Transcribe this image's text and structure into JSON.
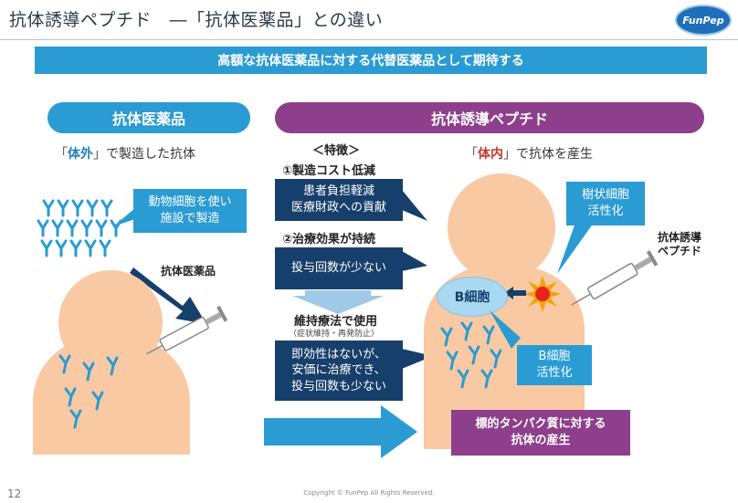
{
  "header": {
    "title": "抗体誘導ペプチド　―「抗体医薬品」との違い",
    "logo_text": "FunPep"
  },
  "banner": "高額な抗体医薬品に対する代替医薬品として期待する",
  "left": {
    "pill": "抗体医薬品",
    "subtitle": {
      "q_open": "「",
      "key": "体外",
      "q_close": "」",
      "rest": "で製造した抗体"
    },
    "callout_line1": "動物細胞を使い",
    "callout_line2": "施設で製造",
    "drug_label": "抗体医薬品"
  },
  "features": {
    "heading": "＜特徴＞",
    "f1_title": "①製造コスト低減",
    "f1_line1": "患者負担軽減",
    "f1_line2": "医療財政への貢献",
    "f2_title": "②治療効果が持続",
    "f2_text": "投与回数が少ない",
    "maint_title": "維持療法で使用",
    "maint_sub": "（症状維持・再発防止）",
    "maint_line1": "即効性はないが、",
    "maint_line2": "安価に治療でき、",
    "maint_line3": "投与回数も少ない"
  },
  "right": {
    "pill": "抗体誘導ペプチド",
    "subtitle": {
      "q_open": "「",
      "key": "体内",
      "q_close": "」",
      "rest": "で抗体を産生"
    },
    "dendritic_line1": "樹状細胞",
    "dendritic_line2": "活性化",
    "peptide_line1": "抗体誘導",
    "peptide_line2": "ペプチド",
    "bcell_label": "B細胞",
    "bcell_act_line1": "B細胞",
    "bcell_act_line2": "活性化",
    "result_line1": "標的タンパク質に対する",
    "result_line2": "抗体の産生"
  },
  "footer": {
    "page_number": "12",
    "copyright": "Copyright ©  FunPep All Rights Reserved."
  },
  "colors": {
    "blue": "#2a9bd3",
    "purple": "#8d3f8b",
    "navy": "#173f6b",
    "skin": "#f9c9a4",
    "key_blue": "#1f7fc0",
    "key_red": "#c0392b"
  }
}
